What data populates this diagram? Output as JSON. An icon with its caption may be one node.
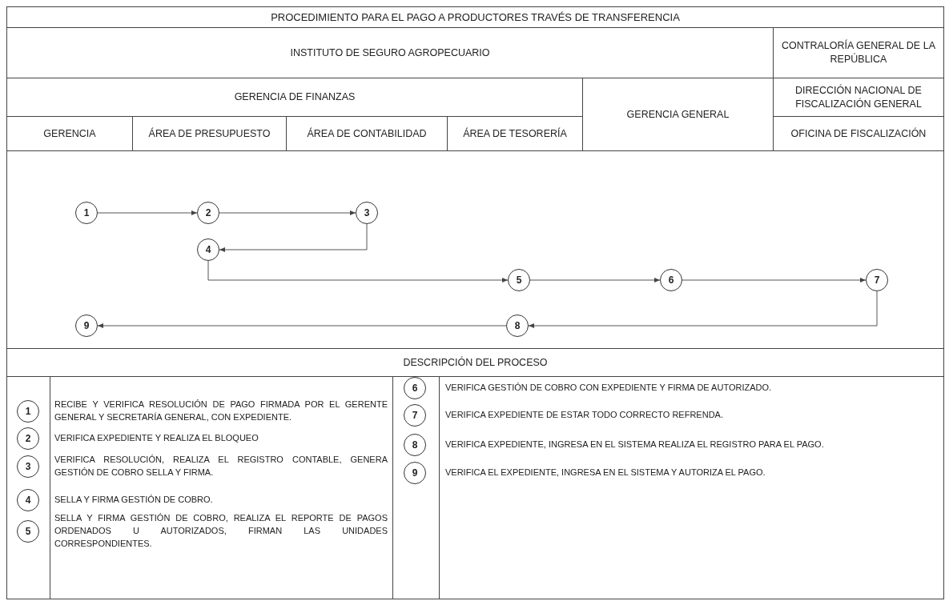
{
  "diagram": {
    "title": "PROCEDIMIENTO PARA EL PAGO A PRODUCTORES TRAVÉS DE TRANSFERENCIA",
    "nodes": [
      {
        "text": [
          "1"
        ]
      },
      {
        "text": [
          "2"
        ]
      },
      {
        "text": [
          "3"
        ]
      },
      {
        "text": [
          "4"
        ]
      },
      {
        "text": [
          "5"
        ]
      },
      {
        "text": [
          "6"
        ]
      },
      {
        "text": [
          "7"
        ]
      },
      {
        "text": [
          "8"
        ]
      },
      {
        "text": [
          "9"
        ]
      },
      {
        "text": [
          "1"
        ],
        "beside": [
          "RECIBE Y VERIFICA RESOLUCIÓN DE PAGO FIRMADA POR EL GERENTE GENERAL Y SECRETARÍA GENERAL, CON EXPEDIENTE."
        ]
      },
      {
        "text": [
          "2"
        ],
        "beside": [
          "VERIFICA EXPEDIENTE Y REALIZA EL BLOQUEO"
        ]
      },
      {
        "text": [
          "3"
        ],
        "beside": [
          "VERIFICA RESOLUCIÓN, REALIZA EL REGISTRO CONTABLE, GENERA GESTIÓN DE COBRO SELLA Y FIRMA."
        ]
      },
      {
        "text": [
          "4"
        ],
        "beside": [
          "SELLA Y FIRMA GESTIÓN DE COBRO."
        ]
      },
      {
        "text": [
          "5"
        ],
        "beside": [
          "SELLA Y FIRMA GESTIÓN DE COBRO, REALIZA EL REPORTE DE PAGOS ORDENADOS U AUTORIZADOS, FIRMAN LAS UNIDADES CORRESPONDIENTES."
        ]
      },
      {
        "text": [
          "6"
        ],
        "beside": [
          "VERIFICA GESTIÓN DE COBRO CON EXPEDIENTE Y FIRMA DE AUTORIZADO."
        ]
      },
      {
        "text": [
          "7"
        ],
        "beside": [
          "VERIFICA EXPEDIENTE DE ESTAR TODO CORRECTO REFRENDA."
        ]
      },
      {
        "text": [
          "8"
        ],
        "beside": [
          "VERIFICA EXPEDIENTE, INGRESA EN EL SISTEMA REALIZA EL REGISTRO PARA EL PAGO."
        ]
      },
      {
        "text": [
          "9"
        ],
        "beside": [
          "VERIFICA EL EXPEDIENTE, INGRESA EN EL SISTEMA Y AUTORIZA EL PAGO."
        ]
      }
    ],
    "edges": [
      {
        "from": 0,
        "to": 1,
        "arrow": "to"
      },
      {
        "from": 1,
        "to": 2,
        "arrow": "to"
      },
      {
        "from": 2,
        "to": 3,
        "arrow": "to"
      },
      {
        "from": 3,
        "to": 4,
        "arrow": "to"
      },
      {
        "from": 4,
        "to": 5,
        "arrow": "to"
      },
      {
        "from": 5,
        "to": 6,
        "arrow": "to"
      },
      {
        "from": 6,
        "to": 7,
        "arrow": "to"
      },
      {
        "from": 7,
        "to": 8,
        "arrow": "to"
      }
    ],
    "labels": [
      "INSTITUTO DE SEGURO AGROPECUARIO",
      "CONTRALORÍA GENERAL DE LA REPÚBLICA",
      "GERENCIA DE FINANZAS",
      "GERENCIA GENERAL",
      "DIRECCIÓN NACIONAL DE FISCALIZACIÓN GENERAL",
      "GERENCIA",
      "ÁREA DE PRESUPUESTO",
      "ÁREA DE CONTABILIDAD",
      "ÁREA DE TESORERÍA",
      "OFICINA DE FISCALIZACIÓN",
      "DESCRIPCIÓN DEL PROCESO"
    ]
  }
}
